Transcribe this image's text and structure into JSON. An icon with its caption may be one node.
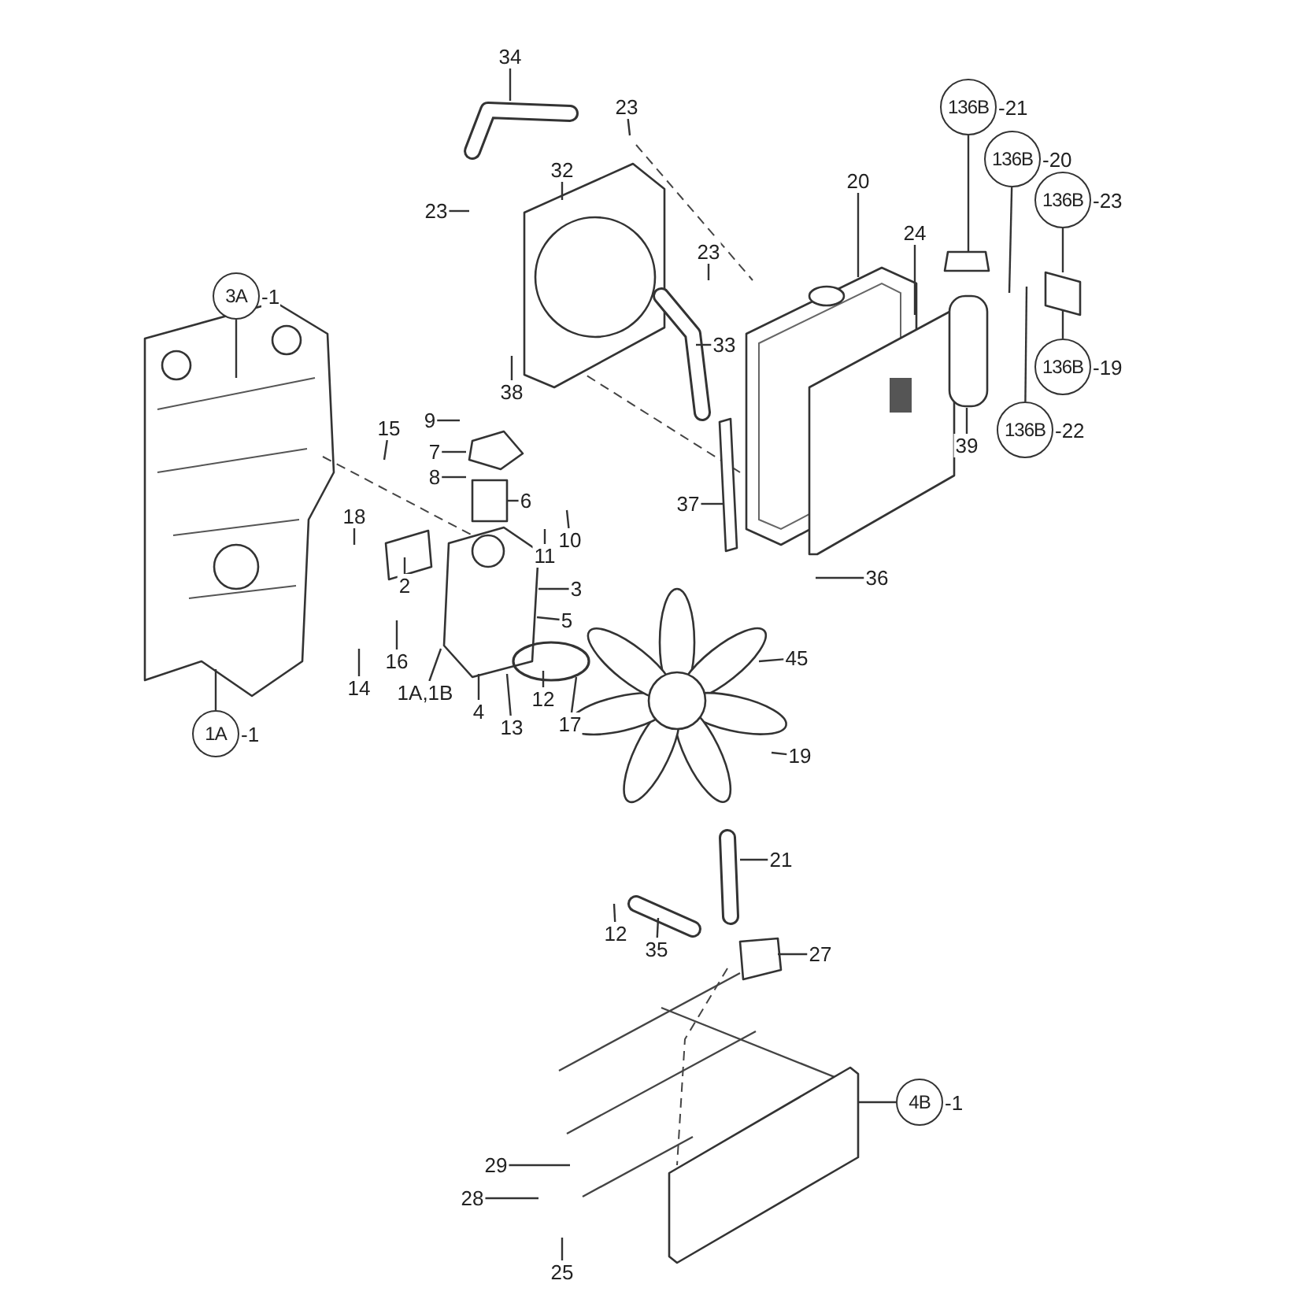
{
  "diagram": {
    "nodes": [
      {
        "text": [
          "3A",
          "-1"
        ]
      },
      {
        "text": [
          "1A",
          "-1"
        ]
      },
      {
        "text": [
          "34"
        ]
      },
      {
        "text": [
          "23"
        ]
      },
      {
        "text": [
          "32"
        ]
      },
      {
        "text": [
          "23"
        ]
      },
      {
        "text": [
          "20"
        ]
      },
      {
        "text": [
          "24"
        ]
      },
      {
        "text": [
          "136B",
          "-21"
        ]
      },
      {
        "text": [
          "136B",
          "-20"
        ]
      },
      {
        "text": [
          "136B",
          "-23"
        ]
      },
      {
        "text": [
          "23"
        ]
      },
      {
        "text": [
          "33"
        ]
      },
      {
        "text": [
          "38"
        ]
      },
      {
        "text": [
          "136B",
          "-19"
        ]
      },
      {
        "text": [
          "9"
        ]
      },
      {
        "text": [
          "7"
        ]
      },
      {
        "text": [
          "8"
        ]
      },
      {
        "text": [
          "15"
        ]
      },
      {
        "text": [
          "6"
        ]
      },
      {
        "text": [
          "39"
        ]
      },
      {
        "text": [
          "136B",
          "-22"
        ]
      },
      {
        "text": [
          "37"
        ]
      },
      {
        "text": [
          "10"
        ]
      },
      {
        "text": [
          "18"
        ]
      },
      {
        "text": [
          "11"
        ]
      },
      {
        "text": [
          "3"
        ]
      },
      {
        "text": [
          "36"
        ]
      },
      {
        "text": [
          "2"
        ]
      },
      {
        "text": [
          "5"
        ]
      },
      {
        "text": [
          "45"
        ]
      },
      {
        "text": [
          "16"
        ]
      },
      {
        "text": [
          "14"
        ]
      },
      {
        "text": [
          "1A,1B"
        ]
      },
      {
        "text": [
          "4"
        ]
      },
      {
        "text": [
          "12"
        ]
      },
      {
        "text": [
          "13"
        ]
      },
      {
        "text": [
          "17"
        ]
      },
      {
        "text": [
          "19"
        ]
      },
      {
        "text": [
          "21"
        ]
      },
      {
        "text": [
          "12"
        ]
      },
      {
        "text": [
          "35"
        ]
      },
      {
        "text": [
          "27"
        ]
      },
      {
        "text": [
          "4B",
          "-1"
        ]
      },
      {
        "text": [
          "29"
        ]
      },
      {
        "text": [
          "28"
        ]
      },
      {
        "text": [
          "25"
        ]
      }
    ],
    "edges": [
      {
        "from": 0,
        "to": null,
        "arrow": "none"
      },
      {
        "from": 1,
        "to": null,
        "arrow": "none"
      },
      {
        "from": 2,
        "to": null,
        "arrow": "none"
      },
      {
        "from": 3,
        "to": null,
        "arrow": "none"
      },
      {
        "from": 4,
        "to": null,
        "arrow": "none"
      },
      {
        "from": 5,
        "to": null,
        "arrow": "none"
      },
      {
        "from": 6,
        "to": null,
        "arrow": "none"
      },
      {
        "from": 7,
        "to": null,
        "arrow": "none"
      },
      {
        "from": 8,
        "to": null,
        "arrow": "none"
      },
      {
        "from": 9,
        "to": null,
        "arrow": "none"
      },
      {
        "from": 10,
        "to": null,
        "arrow": "none"
      },
      {
        "from": 11,
        "to": null,
        "arrow": "none"
      },
      {
        "from": 12,
        "to": null,
        "arrow": "none"
      },
      {
        "from": 13,
        "to": null,
        "arrow": "none"
      },
      {
        "from": 14,
        "to": null,
        "arrow": "none"
      },
      {
        "from": 15,
        "to": null,
        "arrow": "none"
      },
      {
        "from": 16,
        "to": null,
        "arrow": "none"
      },
      {
        "from": 17,
        "to": null,
        "arrow": "none"
      },
      {
        "from": 18,
        "to": null,
        "arrow": "none"
      },
      {
        "from": 19,
        "to": null,
        "arrow": "none"
      },
      {
        "from": 20,
        "to": null,
        "arrow": "none"
      },
      {
        "from": 21,
        "to": null,
        "arrow": "none"
      },
      {
        "from": 22,
        "to": null,
        "arrow": "none"
      },
      {
        "from": 23,
        "to": null,
        "arrow": "none"
      },
      {
        "from": 24,
        "to": null,
        "arrow": "none"
      },
      {
        "from": 25,
        "to": null,
        "arrow": "none"
      },
      {
        "from": 26,
        "to": null,
        "arrow": "none"
      },
      {
        "from": 27,
        "to": null,
        "arrow": "none"
      },
      {
        "from": 28,
        "to": null,
        "arrow": "none"
      },
      {
        "from": 29,
        "to": null,
        "arrow": "none"
      },
      {
        "from": 30,
        "to": null,
        "arrow": "none"
      },
      {
        "from": 31,
        "to": null,
        "arrow": "none"
      },
      {
        "from": 32,
        "to": null,
        "arrow": "none"
      },
      {
        "from": 33,
        "to": null,
        "arrow": "none"
      },
      {
        "from": 34,
        "to": null,
        "arrow": "none"
      },
      {
        "from": 35,
        "to": null,
        "arrow": "none"
      },
      {
        "from": 36,
        "to": null,
        "arrow": "none"
      },
      {
        "from": 37,
        "to": null,
        "arrow": "none"
      },
      {
        "from": 38,
        "to": null,
        "arrow": "none"
      },
      {
        "from": 39,
        "to": null,
        "arrow": "none"
      },
      {
        "from": 40,
        "to": null,
        "arrow": "none"
      },
      {
        "from": 41,
        "to": null,
        "arrow": "none"
      },
      {
        "from": 42,
        "to": null,
        "arrow": "none"
      },
      {
        "from": 43,
        "to": null,
        "arrow": "none"
      },
      {
        "from": 44,
        "to": null,
        "arrow": "none"
      },
      {
        "from": 45,
        "to": null,
        "arrow": "none"
      },
      {
        "from": 46,
        "to": null,
        "arrow": "none"
      }
    ]
  }
}
